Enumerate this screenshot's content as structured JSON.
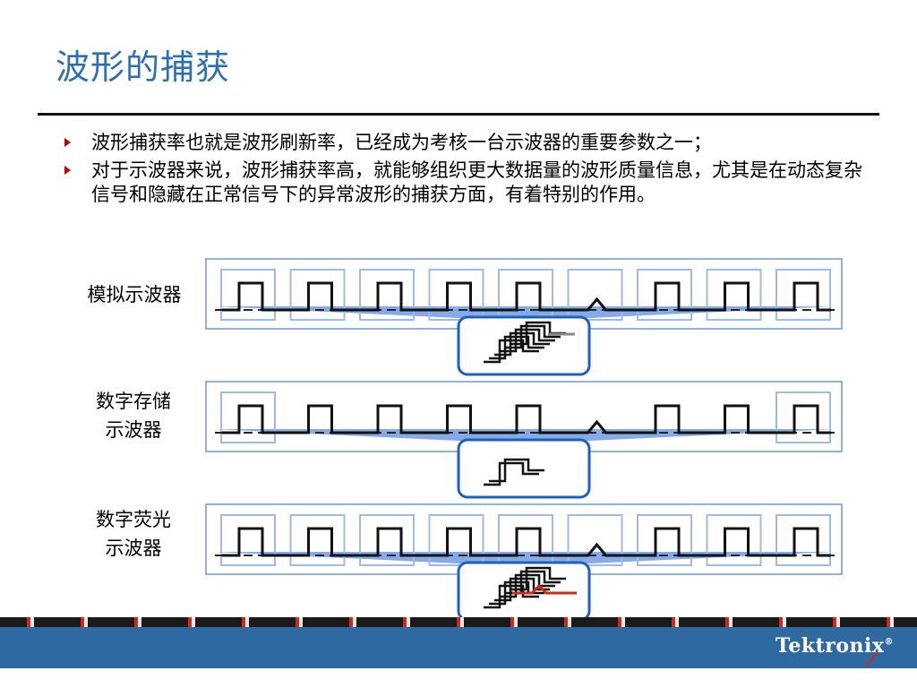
{
  "slide": {
    "title": "波形的捕获",
    "bullets": [
      "波形捕获率也就是波形刷新率，已经成为考核一台示波器的重要参数之一；",
      "对于示波器来说，波形捕获率高，就能够组织更大数据量的波形质量信息，尤其是在动态复杂信号和隐藏在正常信号下的异常波形的捕获方面，有着特别的作用。"
    ]
  },
  "diagram": {
    "rows": [
      {
        "label": "模拟示波器",
        "captured_windows": [
          1,
          2,
          3,
          4,
          5,
          6,
          7,
          8,
          9
        ],
        "captured_count": 9
      },
      {
        "label": "数字存储\n示波器",
        "captured_windows": [
          1,
          9
        ],
        "captured_count": 2
      },
      {
        "label": "数字荧光\n示波器",
        "captured_windows": [
          1,
          2,
          3,
          4,
          5,
          6,
          7,
          8,
          9
        ],
        "captured_count": 9
      }
    ],
    "colors": {
      "window_border": "#9dbbe6",
      "panel_border": "#4a7fc8",
      "fan_fill": "#5b8fe0",
      "screen_border": "#1f5fbf",
      "anomaly_trace": "#cc2b1b"
    }
  },
  "footer": {
    "logo": "Tektronix",
    "logo_mark": "®",
    "brand_color": "#2e6aa1"
  }
}
